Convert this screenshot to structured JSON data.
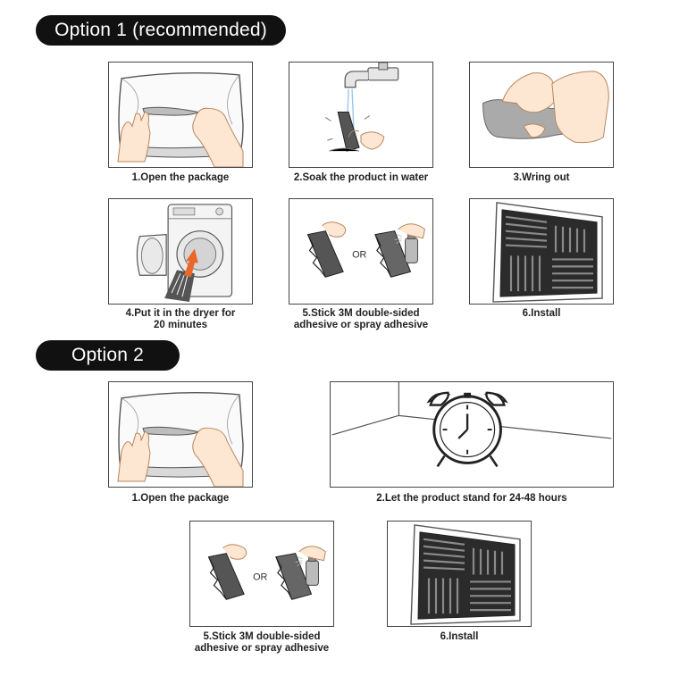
{
  "option1": {
    "title": "Option 1 (recommended)",
    "steps": [
      {
        "label": "1.Open the package",
        "icon": "open-package-icon"
      },
      {
        "label": "2.Soak the product in water",
        "icon": "faucet-soak-icon"
      },
      {
        "label": "3.Wring out",
        "icon": "wring-hands-icon"
      },
      {
        "label_line1": "4.Put it in the dryer for",
        "label_line2": "20 minutes",
        "icon": "dryer-icon"
      },
      {
        "label_line1": "5.Stick 3M double-sided",
        "label_line2": "adhesive or spray adhesive",
        "or_text": "OR",
        "icon": "adhesive-icon"
      },
      {
        "label": "6.Install",
        "icon": "install-wall-icon"
      }
    ]
  },
  "option2": {
    "title": "Option 2",
    "steps": [
      {
        "label": "1.Open the package",
        "icon": "open-package-icon"
      },
      {
        "label": "2.Let the product stand for 24-48 hours",
        "icon": "alarm-clock-icon"
      },
      {
        "label_line1": "5.Stick 3M double-sided",
        "label_line2": "adhesive or spray adhesive",
        "or_text": "OR",
        "icon": "adhesive-icon"
      },
      {
        "label": "6.Install",
        "icon": "install-wall-icon"
      }
    ]
  }
}
